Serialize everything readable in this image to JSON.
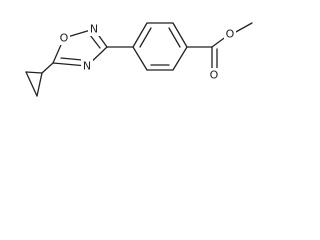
{
  "molecule": {
    "atom_labels": {
      "ring_oxygen": "O",
      "ring_n2": "N",
      "ring_n4": "N",
      "carbonyl_oxygen": "O",
      "ester_oxygen": "O"
    },
    "colors": {
      "bond": "#222222",
      "background": "#ffffff"
    }
  }
}
